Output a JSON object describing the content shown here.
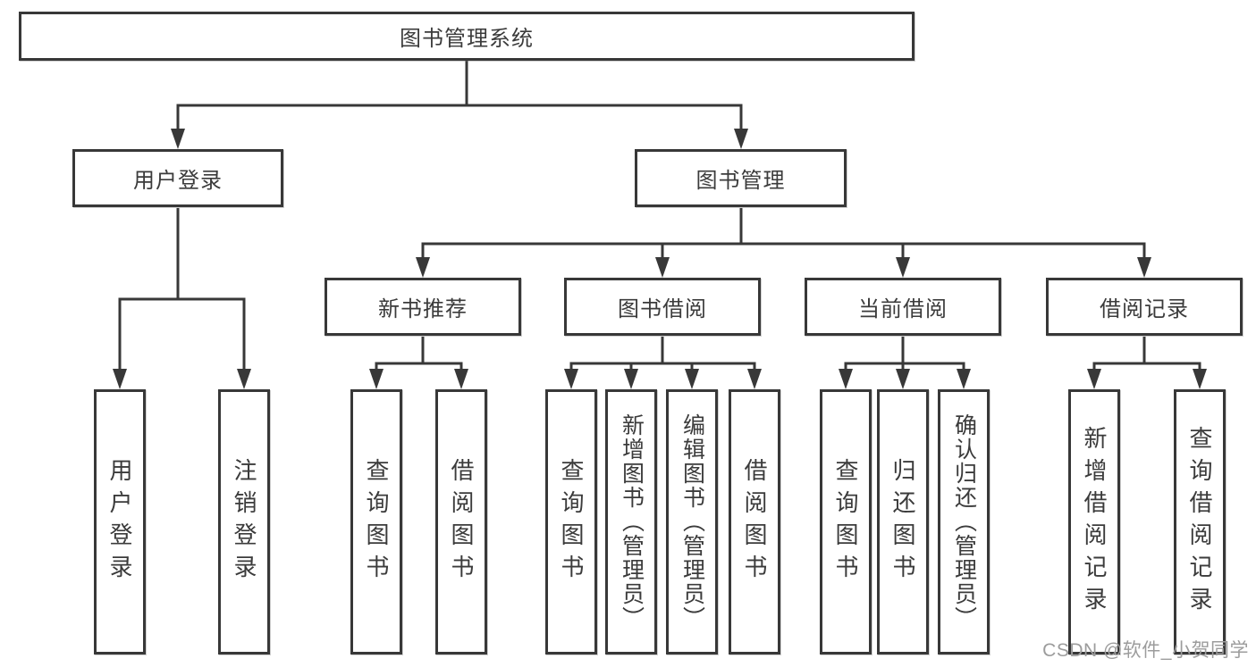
{
  "tree": {
    "label": "图书管理系统",
    "children": [
      {
        "label": "用户登录",
        "children": [
          {
            "label": "用户登录"
          },
          {
            "label": "注销登录"
          }
        ]
      },
      {
        "label": "图书管理",
        "children": [
          {
            "label": "新书推荐",
            "children": [
              {
                "label": "查询图书"
              },
              {
                "label": "借阅图书"
              }
            ]
          },
          {
            "label": "图书借阅",
            "children": [
              {
                "label": "查询图书"
              },
              {
                "label": "新增图书（管理员）"
              },
              {
                "label": "编辑图书（管理员）"
              },
              {
                "label": "借阅图书"
              }
            ]
          },
          {
            "label": "当前借阅",
            "children": [
              {
                "label": "查询图书"
              },
              {
                "label": "归还图书"
              },
              {
                "label": "确认归还（管理员）"
              }
            ]
          },
          {
            "label": "借阅记录",
            "children": [
              {
                "label": "新增借阅记录"
              },
              {
                "label": "查询借阅记录"
              }
            ]
          }
        ]
      }
    ]
  },
  "colors": {
    "line": "#383838",
    "border": "#383838",
    "text": "#3b3b3b",
    "watermark": "#9c9c9c"
  },
  "watermark": "CSDN @软件_小贺同学"
}
